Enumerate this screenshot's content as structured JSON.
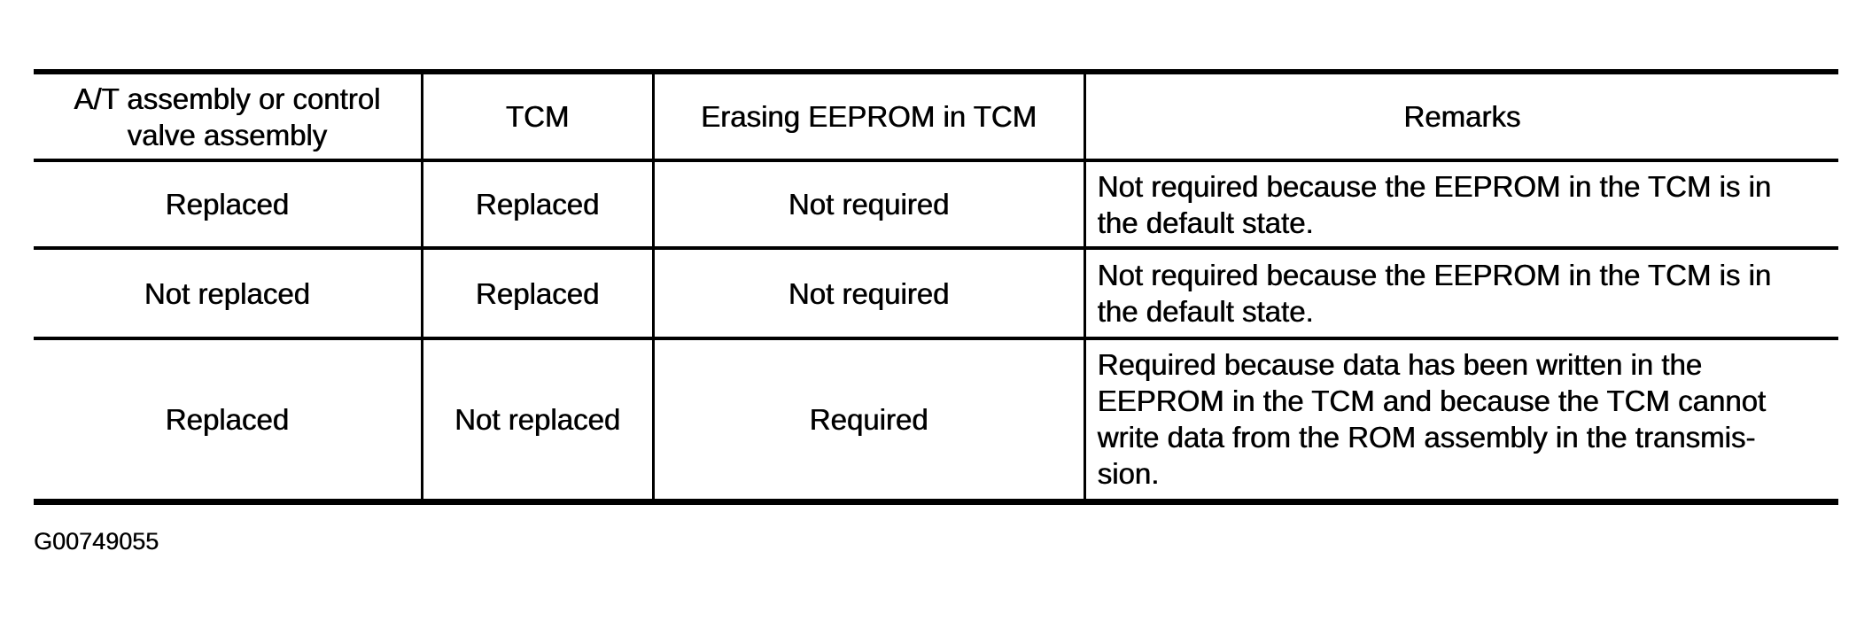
{
  "colors": {
    "ink": "#000000",
    "paper": "#ffffff"
  },
  "table": {
    "headers": [
      "A/T assembly or control\nvalve assembly",
      "TCM",
      "Erasing EEPROM in TCM",
      "Remarks"
    ],
    "rows": [
      [
        "Replaced",
        "Replaced",
        "Not required",
        "Not required because the EEPROM in the TCM is in\nthe default state."
      ],
      [
        "Not replaced",
        "Replaced",
        "Not required",
        "Not required because the EEPROM in the TCM is in\nthe default state."
      ],
      [
        "Replaced",
        "Not replaced",
        "Required",
        "Required because data has been written in the\nEEPROM in the TCM and because the TCM cannot\nwrite data from the ROM assembly in the transmis-\nsion."
      ]
    ]
  },
  "figure_code": "G00749055"
}
